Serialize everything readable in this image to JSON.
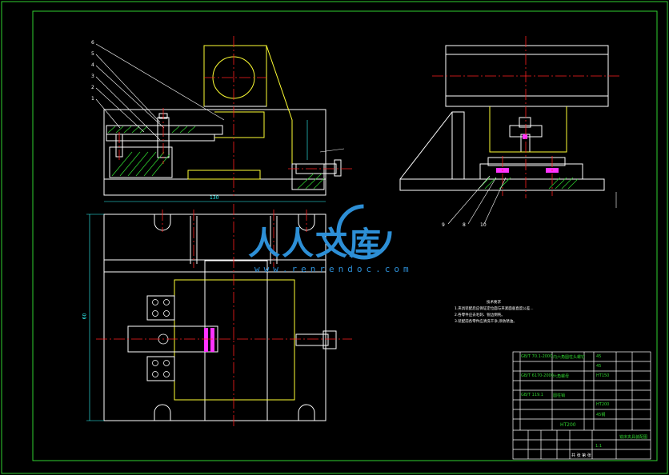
{
  "watermark": {
    "cn": "人人文库",
    "en": "www.renrendoc.com"
  },
  "part_numbers": [
    "6",
    "5",
    "4",
    "3",
    "2",
    "1"
  ],
  "callouts_right": [
    "9",
    "8",
    "10"
  ],
  "dimensions": {
    "width_top": "130",
    "height_left": "60"
  },
  "notes": {
    "heading": "技术要求",
    "lines": [
      "1.夹具装配后应保证定位面与夹紧面垂直度公差...",
      "2.各零件应去毛刺、锐边倒钝。",
      "3.装配前各零件应清洗干净,涂防锈油。"
    ]
  },
  "title_block": {
    "parts": [
      {
        "code": "GB/T 70.1-2000",
        "name": "内六角圆柱头螺钉",
        "qty": "",
        "material": "45"
      },
      {
        "code": "",
        "name": "",
        "qty": "",
        "material": "45"
      },
      {
        "code": "GB/T 6170-2000",
        "name": "六角螺母",
        "qty": "",
        "material": "HT150"
      },
      {
        "code": "",
        "name": "",
        "qty": "",
        "material": ""
      },
      {
        "code": "GB/T 119.1",
        "name": "圆柱销",
        "qty": "",
        "material": ""
      },
      {
        "code": "",
        "name": "",
        "qty": "",
        "material": "HT200"
      },
      {
        "code": "",
        "name": "",
        "qty": "",
        "material": "45钢"
      }
    ],
    "material_mark": "HT200",
    "drawing_title": "铣床夹具装配图",
    "scale": "1:1",
    "sheet": "共 张 第 张"
  },
  "colors": {
    "outline": "#ffffff",
    "frame": "#2fd12f",
    "center": "#ff2020",
    "hatch": "#2fd12f",
    "aux": "#ffff33",
    "dim": "#33ffff",
    "magenta": "#ff33ff"
  }
}
